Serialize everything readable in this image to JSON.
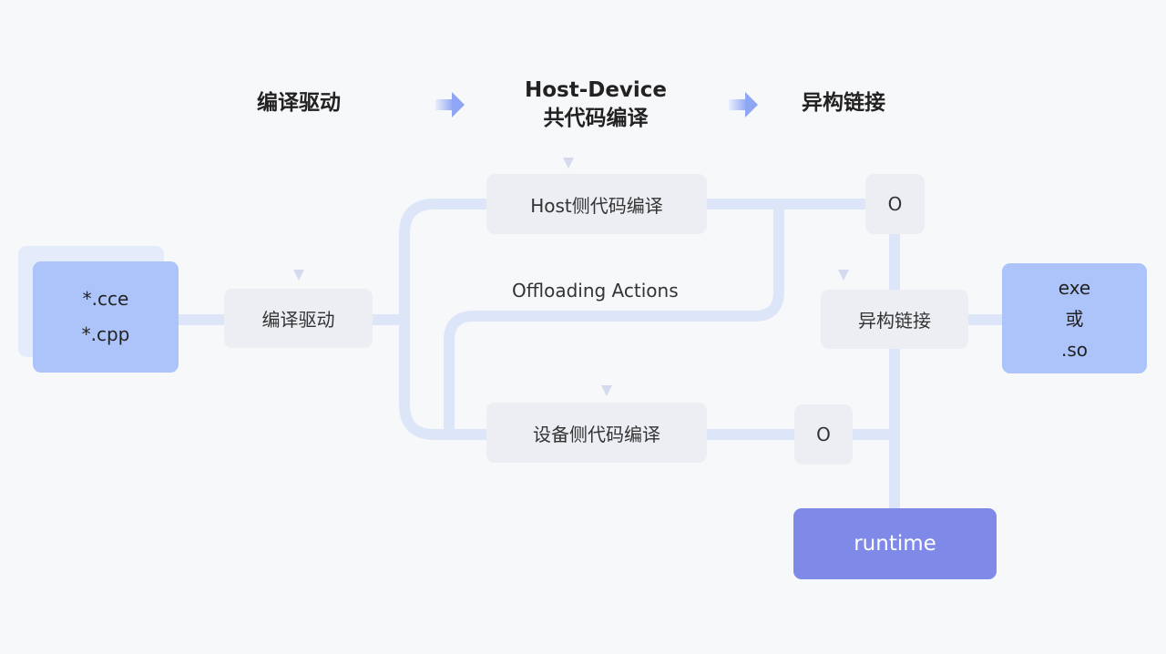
{
  "stages": {
    "compile_driver": "编译驱动",
    "host_device_line1": "Host-Device",
    "host_device_line2": "共代码编译",
    "hetero_link": "异构链接"
  },
  "nodes": {
    "source_line1": "*.cce",
    "source_line2": "*.cpp",
    "driver": "编译驱动",
    "host_compile": "Host侧代码编译",
    "device_compile": "设备侧代码编译",
    "host_obj": "O",
    "device_obj": "O",
    "linker": "异构链接",
    "output_line1": "exe",
    "output_line2": "或",
    "output_line3": ".so",
    "runtime": "runtime"
  },
  "labels": {
    "offloading": "Offloading Actions"
  },
  "colors": {
    "pipe": "#dde5f9",
    "source_box": "#adc4fb",
    "node_box": "#eceef3",
    "runtime_box": "#7f89e8",
    "stage_arrow": "#8fa6f4"
  }
}
